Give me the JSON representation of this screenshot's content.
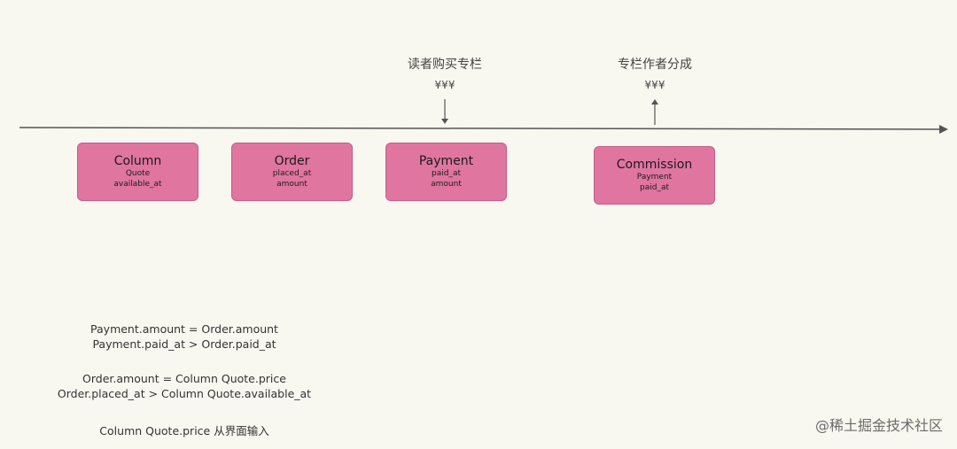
{
  "boxes": [
    {
      "title": "Column",
      "fields": [
        "Quote",
        "available_at"
      ]
    },
    {
      "title": "Order",
      "fields": [
        "placed_at",
        "amount"
      ]
    },
    {
      "title": "Payment",
      "fields": [
        "paid_at",
        "amount"
      ]
    },
    {
      "title": "Commission",
      "fields": [
        "Payment",
        "paid_at"
      ]
    }
  ],
  "events": [
    {
      "label": "读者购买专栏",
      "amount": "¥¥¥",
      "direction": "in"
    },
    {
      "label": "专栏作者分成",
      "amount": "¥¥¥",
      "direction": "out"
    }
  ],
  "notes": [
    {
      "lines": [
        "Payment.amount = Order.amount",
        "Payment.paid_at > Order.paid_at"
      ]
    },
    {
      "lines": [
        "Order.amount = Column Quote.price",
        "Order.placed_at > Column Quote.available_at"
      ]
    },
    {
      "lines": [
        "Column Quote.price 从界面输入"
      ]
    }
  ],
  "watermark": "@稀土掘金技术社区",
  "colors": {
    "box_fill": "#e0769f",
    "box_border": "#c25d86",
    "line": "#555555",
    "background": "#f8f7f0"
  }
}
